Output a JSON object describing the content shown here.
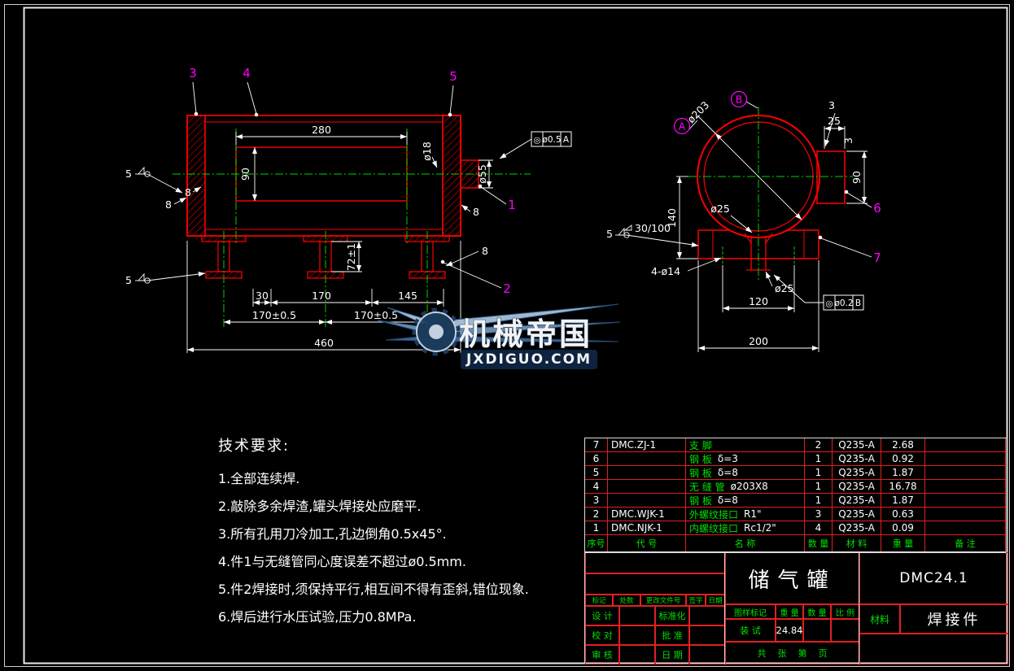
{
  "colors": {
    "background": "#000000",
    "object_line": "#ff0000",
    "dimension_line": "#ffffff",
    "centerline": "#00d200",
    "balloon": "#ff00ff",
    "table_line": "#e02020",
    "table_text_green": "#00e000",
    "brand_blue": "#1d3f63"
  },
  "watermark": {
    "brand": "机械帝国",
    "site": "JXDIGUO.COM"
  },
  "tech_req": {
    "title": "技术要求:",
    "items": [
      "1.全部连续焊.",
      "2.敲除多余焊渣,罐头焊接处应磨平.",
      "3.所有孔用刀冷加工,孔边倒角0.5x45°.",
      "4.件1与无缝管同心度误差不超过ø0.5mm.",
      "5.件2焊接时,须保持平行,相互间不得有歪斜,错位现象.",
      "6.焊后进行水压试验,压力0.8MPa."
    ]
  },
  "front_view": {
    "balloons": {
      "b1": "1",
      "b2": "2",
      "b3": "3",
      "b4": "4",
      "b5": "5"
    },
    "dims": {
      "len280": "280",
      "h90": "90",
      "d18": "ø18",
      "d55": "ø55",
      "t8a": "8",
      "t8b": "8",
      "t8c": "8",
      "t8d": "8",
      "weld_a": "5",
      "weld_b": "5",
      "leg72": "72±1",
      "s30": "30",
      "s170": "170",
      "s145": "145",
      "p170a": "170±0.5",
      "p170b": "170±0.5",
      "total460": "460"
    },
    "fcf": {
      "sym": "◎",
      "tol": "ø0.5",
      "datum": "A"
    }
  },
  "side_view": {
    "balloons": {
      "b6": "6",
      "b7": "7"
    },
    "datums": {
      "a": "A",
      "b": "B"
    },
    "dims": {
      "d203": "ø203",
      "n25": "25",
      "t3a": "3",
      "t3b": "3",
      "h90": "90",
      "d25c": "ø25",
      "v140": "140",
      "weld5": "5",
      "slope": "30/100",
      "holes": "4-ø14",
      "d25p": "ø25",
      "s120": "120",
      "s200": "200"
    },
    "fcf": {
      "sym": "◎",
      "tol": "ø0.2",
      "datum": "B"
    }
  },
  "bom": {
    "headers": {
      "no": "序号",
      "code": "代  号",
      "name": "名  称",
      "qty": "数 量",
      "mat": "材  料",
      "wt": "重 量",
      "note": "备  注"
    },
    "rows": [
      {
        "no": "7",
        "code": "DMC.ZJ-1",
        "name": "支  脚",
        "spec": "",
        "qty": "2",
        "mat": "Q235-A",
        "wt": "2.68",
        "note": ""
      },
      {
        "no": "6",
        "code": "",
        "name": "钢  板",
        "spec": "δ=3",
        "qty": "1",
        "mat": "Q235-A",
        "wt": "0.92",
        "note": ""
      },
      {
        "no": "5",
        "code": "",
        "name": "钢  板",
        "spec": "δ=8",
        "qty": "1",
        "mat": "Q235-A",
        "wt": "1.87",
        "note": ""
      },
      {
        "no": "4",
        "code": "",
        "name": "无 缝 管",
        "spec": "ø203X8",
        "qty": "1",
        "mat": "Q235-A",
        "wt": "16.78",
        "note": ""
      },
      {
        "no": "3",
        "code": "",
        "name": "钢  板",
        "spec": "δ=8",
        "qty": "1",
        "mat": "Q235-A",
        "wt": "1.87",
        "note": ""
      },
      {
        "no": "2",
        "code": "DMC.WJK-1",
        "name": "外螺纹接口",
        "spec": "R1\"",
        "qty": "3",
        "mat": "Q235-A",
        "wt": "0.63",
        "note": ""
      },
      {
        "no": "1",
        "code": "DMC.NJK-1",
        "name": "内螺纹接口",
        "spec": "Rc1/2\"",
        "qty": "4",
        "mat": "Q235-A",
        "wt": "0.09",
        "note": ""
      }
    ]
  },
  "title_block": {
    "part_name": "储气罐",
    "drawing_no": "DMC24.1",
    "material_label": "材料",
    "material_value": "焊接件",
    "rev_header": {
      "mark": "标记",
      "count": "处数",
      "doc": "更改文件号",
      "sign": "签字",
      "date": "日期"
    },
    "sig": {
      "design": "设 计",
      "check": "校 对",
      "audit": "审 核",
      "std": "标准化",
      "approve": "批 准",
      "date": "日 期"
    },
    "marks": {
      "stamp": "图样标记",
      "weight": "重 量",
      "qty": "数 量",
      "scale": "比 例"
    },
    "values": {
      "stage": "装 试",
      "weight": "24.84"
    },
    "sheet": "共    张    第    页"
  }
}
